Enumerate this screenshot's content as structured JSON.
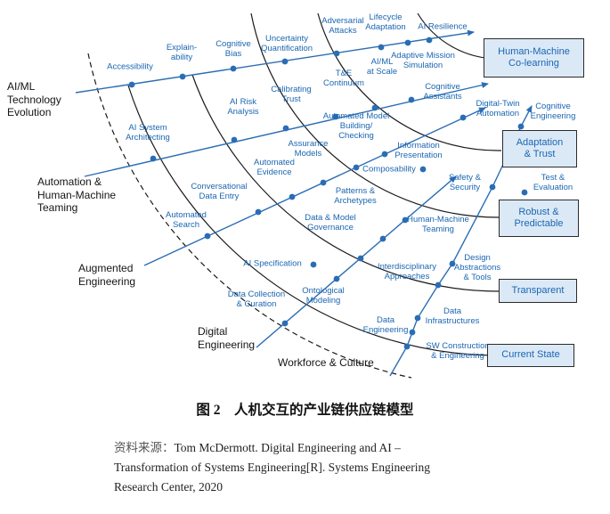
{
  "diagram": {
    "colors": {
      "trajectory_blue": "#2a6db5",
      "label_blue": "#1b66b1",
      "arc_black": "#1a1a1a",
      "stage_box_fill": "#dbe9f7",
      "stage_box_border": "#2b2b2b"
    },
    "trajectories": [
      {
        "label": "AI/ML\nTechnology\nEvolution",
        "nodes": [
          {
            "text": "Accessibility"
          },
          {
            "text": "Explain-\nability"
          },
          {
            "text": "Cognitive\nBias"
          },
          {
            "text": "Uncertainty\nQuantification"
          },
          {
            "text": "Adversarial\nAttacks"
          },
          {
            "text": "Lifecycle\nAdaptation"
          },
          {
            "text": "Adaptive Mission\nSimulation"
          },
          {
            "text": "AI Resilience"
          }
        ]
      },
      {
        "label": "Automation &\nHuman-Machine\nTeaming",
        "nodes": [
          {
            "text": "AI System\nArchitecting"
          },
          {
            "text": "AI Risk\nAnalysis"
          },
          {
            "text": "Calibrating\nTrust"
          },
          {
            "text": "T&E\nContinuum"
          },
          {
            "text": "AI/ML\nat Scale"
          },
          {
            "text": "Cognitive\nAssistants"
          }
        ]
      },
      {
        "label": "Augmented\nEngineering",
        "nodes": [
          {
            "text": "Automated\nSearch"
          },
          {
            "text": "Conversational\nData Entry"
          },
          {
            "text": "Automated\nEvidence"
          },
          {
            "text": "Assurance\nModels"
          },
          {
            "text": "Automated Model\nBuilding/\nChecking"
          },
          {
            "text": "Information\nPresentation"
          },
          {
            "text": "Composability"
          },
          {
            "text": "Digital-Twin\nAutomation"
          }
        ]
      },
      {
        "label": "Digital\nEngineering",
        "nodes": [
          {
            "text": "Data Collection\n& Curation"
          },
          {
            "text": "AI Specification"
          },
          {
            "text": "Ontological\nModeling"
          },
          {
            "text": "Data & Model\nGovernance"
          },
          {
            "text": "Patterns &\nArchetypes"
          },
          {
            "text": "Human-Machine\nTeaming"
          }
        ]
      },
      {
        "label": "Workforce & Culture",
        "nodes": [
          {
            "text": "SW Construction\n& Engineering"
          },
          {
            "text": "Data\nEngineering"
          },
          {
            "text": "Data\nInfrastructures"
          },
          {
            "text": "Interdisciplinary\nApproaches"
          },
          {
            "text": "Design\nAbstractions\n& Tools"
          },
          {
            "text": "Safety &\nSecurity"
          },
          {
            "text": "Test &\nEvaluation"
          },
          {
            "text": "Cognitive\nEngineering"
          }
        ]
      }
    ],
    "stages": [
      {
        "text": "Human-Machine\nCo-learning"
      },
      {
        "text": "Adaptation\n& Trust"
      },
      {
        "text": "Robust &\nPredictable"
      },
      {
        "text": "Transparent"
      },
      {
        "text": "Current State"
      }
    ]
  },
  "caption": {
    "text": "图 2　人机交互的产业链供应链模型"
  },
  "source": {
    "prefix": "资料来源：",
    "lines": [
      "Tom McDermott. Digital Engineering and AI –",
      "Transformation of Systems Engineering[R]. Systems Engineering",
      "Research Center, 2020"
    ]
  }
}
